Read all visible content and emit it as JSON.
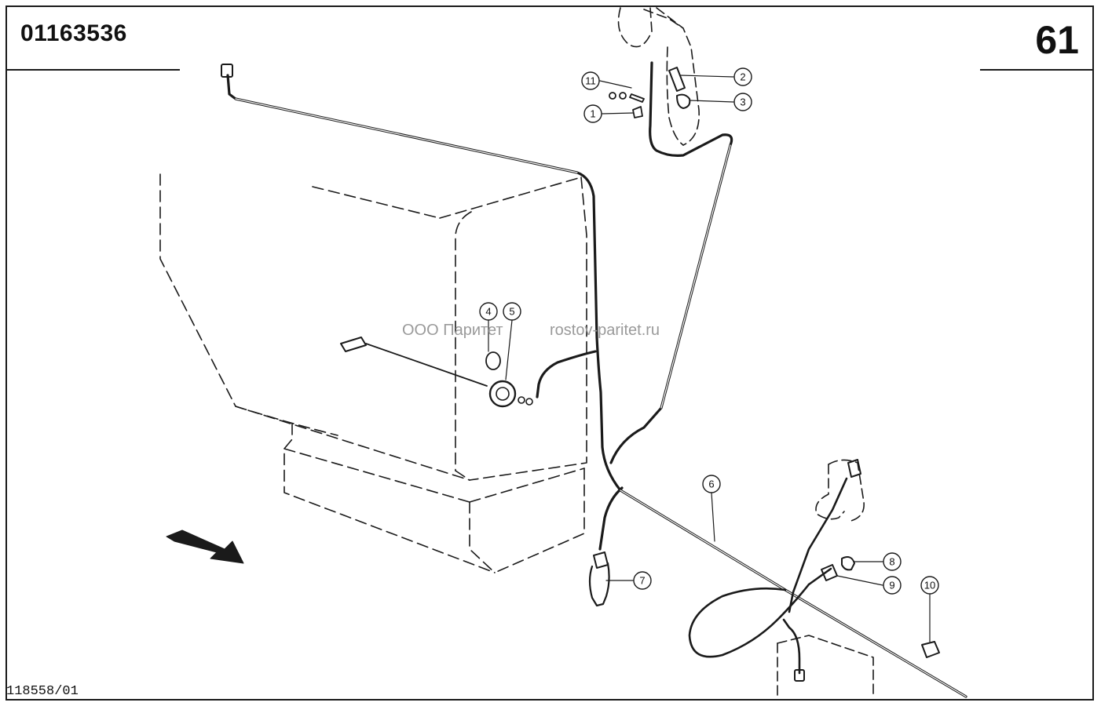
{
  "header": {
    "part_number": "01163536",
    "page_number": "61"
  },
  "footer": {
    "drawing_number": "118558/01"
  },
  "watermark": {
    "company": "ООО Паритет",
    "website": "rostov-paritet.ru"
  },
  "callouts": [
    "1",
    "2",
    "3",
    "4",
    "5",
    "6",
    "7",
    "8",
    "9",
    "10",
    "11"
  ],
  "colors": {
    "line": "#1a1a1a",
    "watermark": "#9a9a9a"
  }
}
